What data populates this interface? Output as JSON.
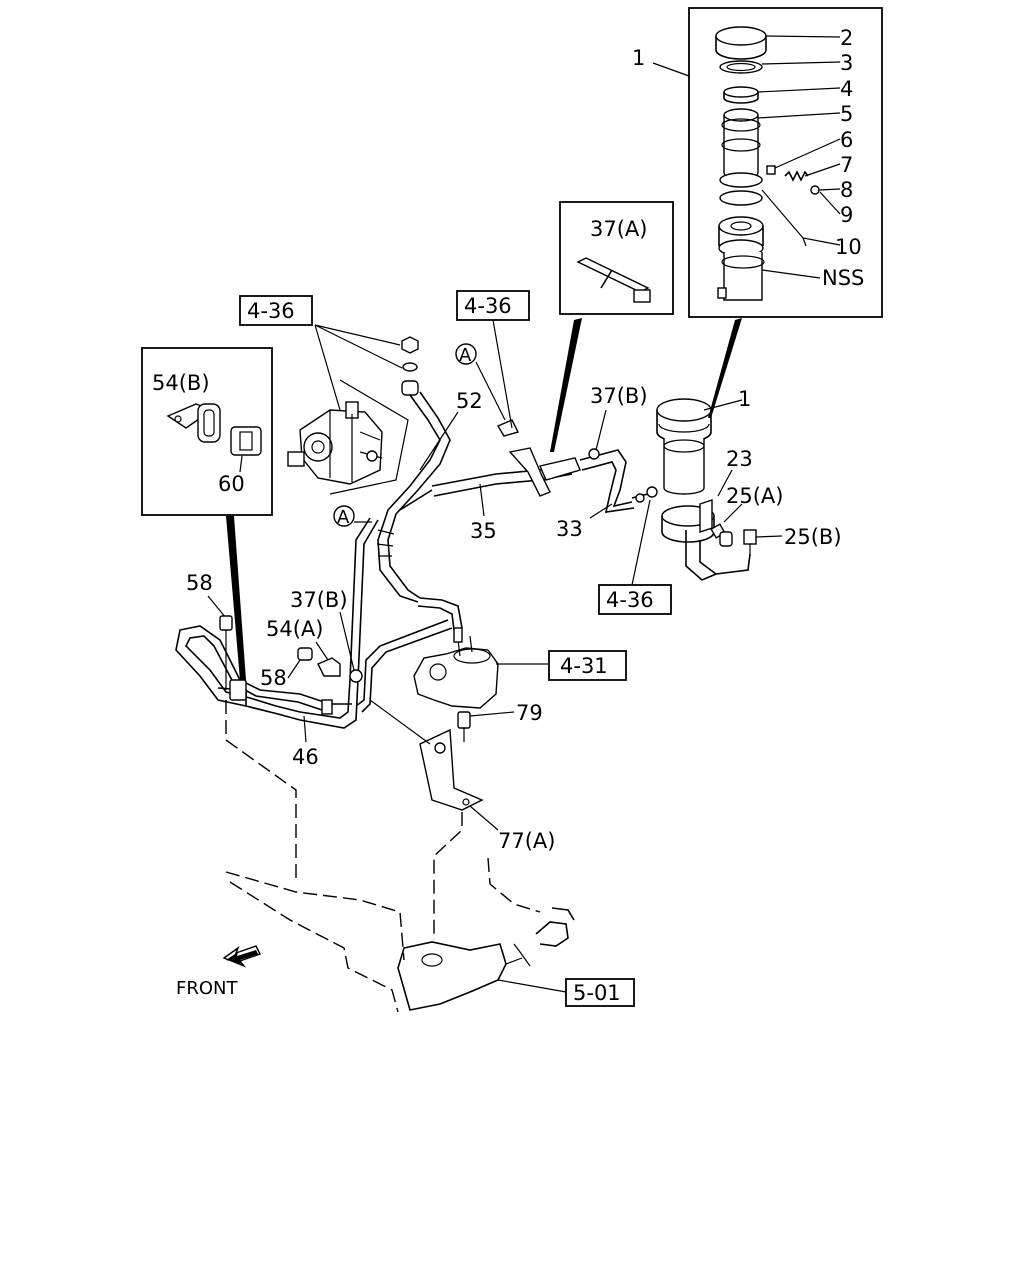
{
  "callouts": {
    "c1_top": "1",
    "c2": "2",
    "c3": "3",
    "c4": "4",
    "c5": "5",
    "c6": "6",
    "c7": "7",
    "c8": "8",
    "c9": "9",
    "c10": "10",
    "nss": "NSS",
    "c37a": "37(A)",
    "c37b_right": "37(B)",
    "c1_tank": "1",
    "c23": "23",
    "c25a": "25(A)",
    "c25b": "25(B)",
    "c52": "52",
    "c35": "35",
    "c33": "33",
    "c54b": "54(B)",
    "c60": "60",
    "c58_top": "58",
    "c37b_left": "37(B)",
    "c54a": "54(A)",
    "c58_mid": "58",
    "c46": "46",
    "c79": "79",
    "c77a": "77(A)",
    "ref_a1": "A",
    "ref_a2": "A",
    "front": "FRONT"
  },
  "references": {
    "r436_left": "4-36",
    "r436_mid": "4-36",
    "r436_low": "4-36",
    "r431": "4-31",
    "r501": "5-01"
  },
  "icons": [
    "front-arrow-icon",
    "reference-circle-a-icon"
  ]
}
